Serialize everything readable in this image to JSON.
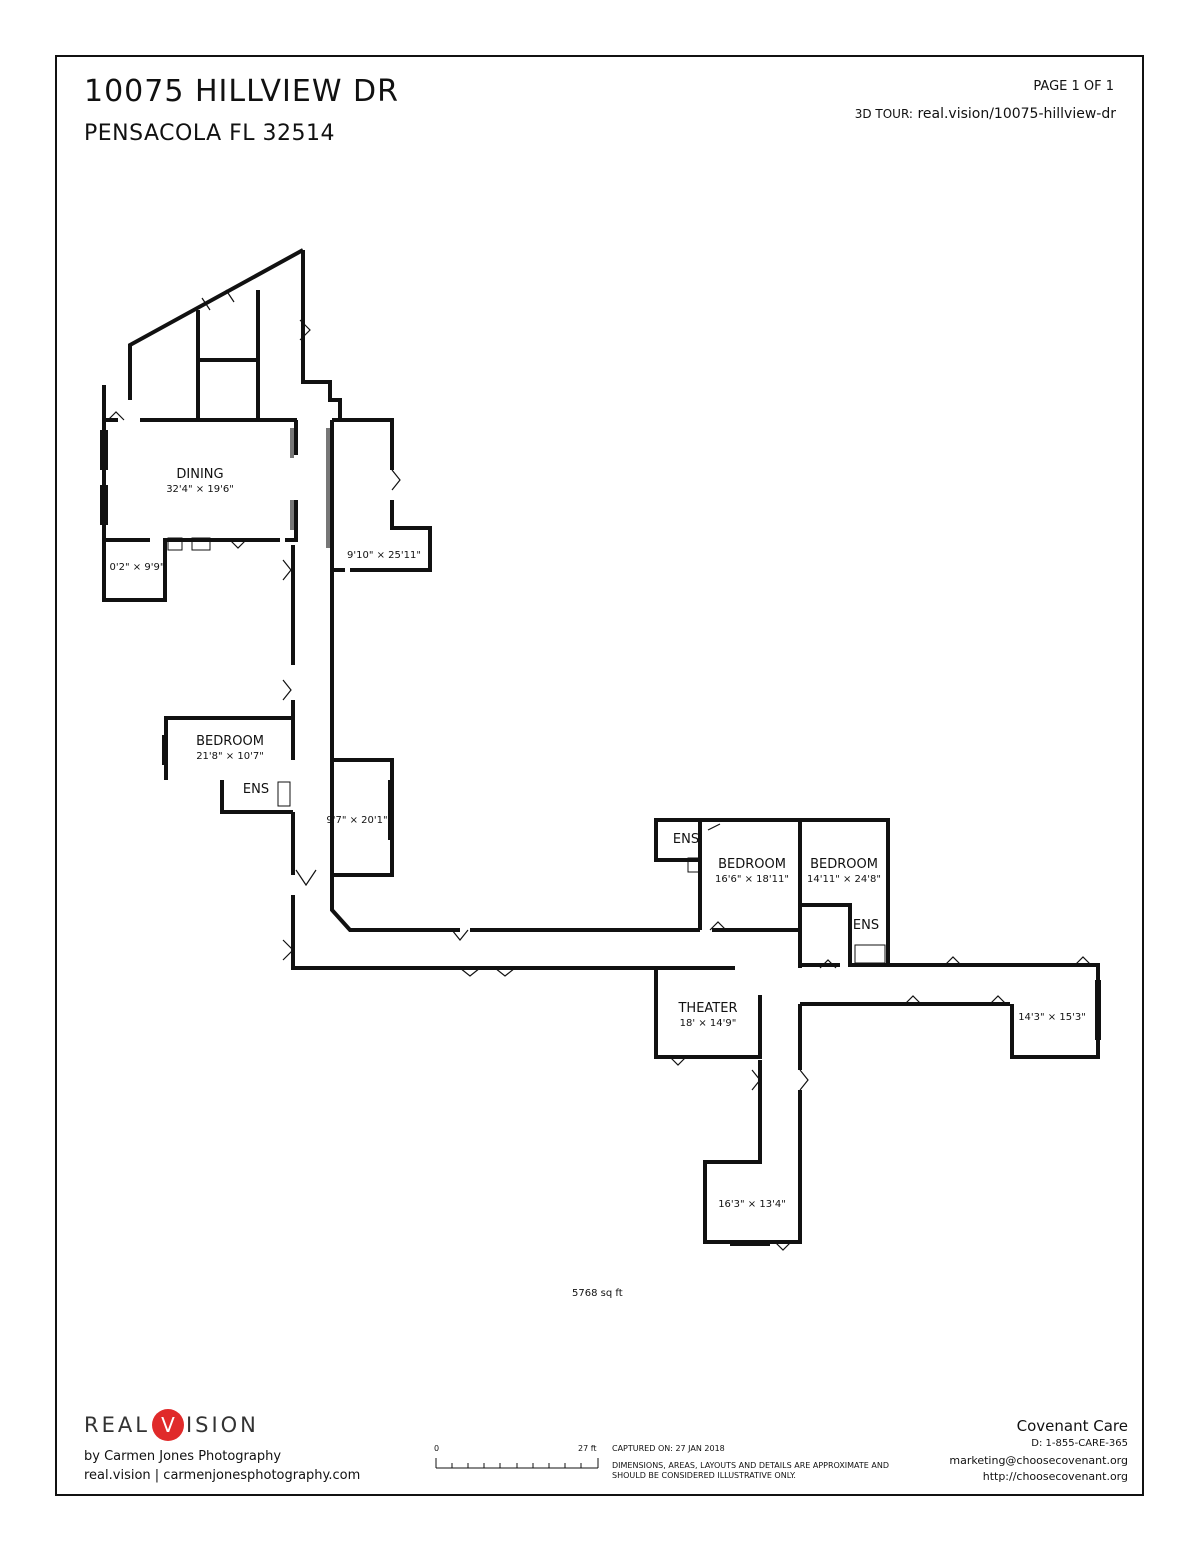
{
  "header": {
    "address_line1": "10075 HILLVIEW DR",
    "address_line2": "PENSACOLA FL 32514",
    "page_label": "PAGE 1 OF 1",
    "tour_label": "3D TOUR:",
    "tour_url": "real.vision/10075-hillview-dr"
  },
  "rooms": [
    {
      "label": "DINING",
      "dims": "32'4\" × 19'6\""
    },
    {
      "label": "",
      "dims": "0'2\" × 9'9\""
    },
    {
      "label": "",
      "dims": "9'10\" × 25'11\""
    },
    {
      "label": "BEDROOM",
      "dims": "21'8\" × 10'7\""
    },
    {
      "label": "ENS",
      "dims": ""
    },
    {
      "label": "",
      "dims": "9'7\" × 20'1\""
    },
    {
      "label": "ENS",
      "dims": ""
    },
    {
      "label": "BEDROOM",
      "dims": "16'6\" × 18'11\""
    },
    {
      "label": "BEDROOM",
      "dims": "14'11\" × 24'8\""
    },
    {
      "label": "ENS",
      "dims": ""
    },
    {
      "label": "THEATER",
      "dims": "18' × 14'9\""
    },
    {
      "label": "",
      "dims": "14'3\" × 15'3\""
    },
    {
      "label": "",
      "dims": "16'3\" × 13'4\""
    }
  ],
  "total_area": "5768 sq ft",
  "footer": {
    "logo_left": "REAL",
    "logo_v": "V",
    "logo_right": "ISION",
    "byline": "by Carmen Jones Photography",
    "links": "real.vision | carmenjonesphotography.com",
    "scale_start": "0",
    "scale_end": "27 ft",
    "captured": "CAPTURED ON: 27 JAN 2018",
    "disclaimer": "DIMENSIONS, AREAS, LAYOUTS AND DETAILS ARE APPROXIMATE AND SHOULD BE CONSIDERED ILLUSTRATIVE ONLY.",
    "company": "Covenant Care",
    "phone": "D: 1-855-CARE-365",
    "email": "marketing@choosecovenant.org",
    "website": "http://choosecovenant.org"
  }
}
